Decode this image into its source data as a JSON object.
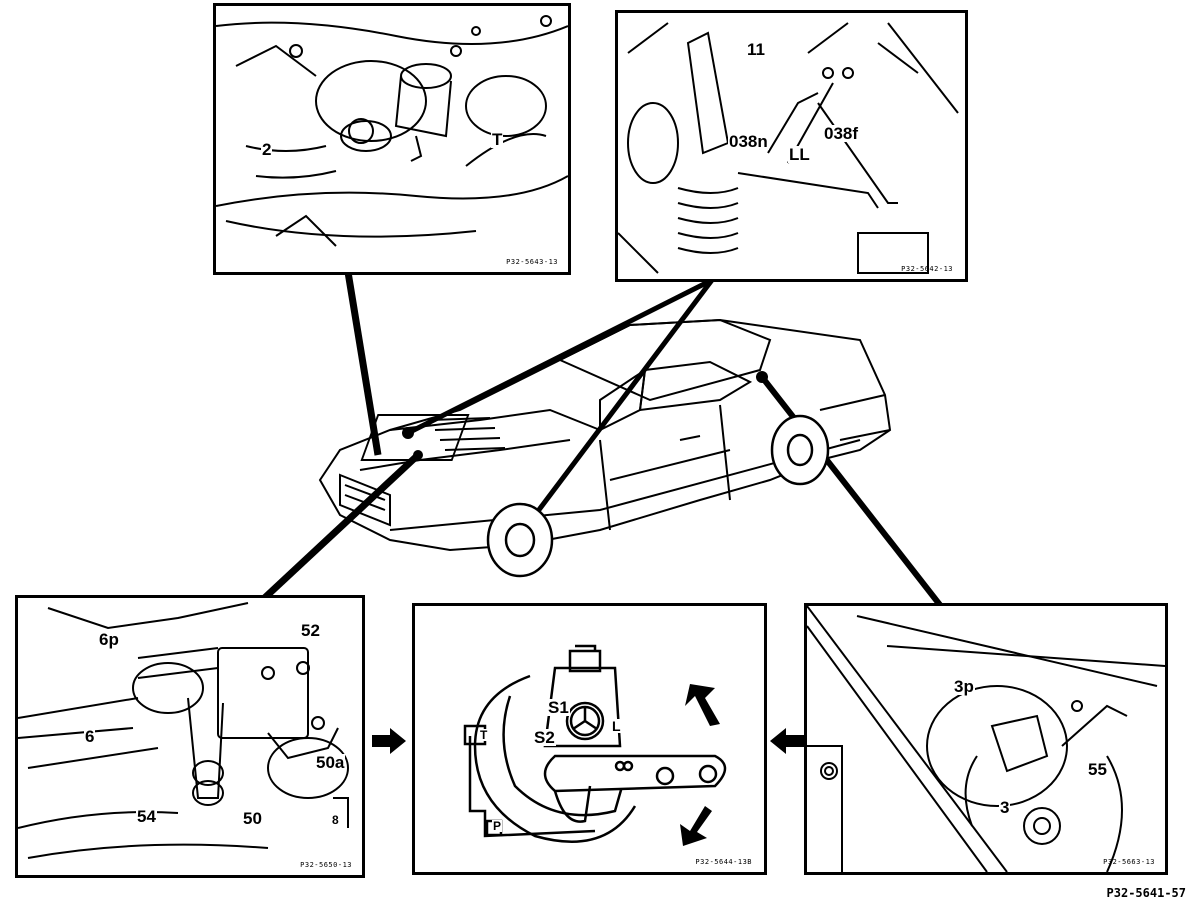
{
  "figure_code": "P32-5641-57",
  "panels": {
    "top_left": {
      "labels": [
        "2",
        "T"
      ],
      "code": "P32-5643-13"
    },
    "top_right": {
      "labels": [
        "11",
        "038n",
        "038f",
        "LL"
      ],
      "code": "P32-5642-13"
    },
    "bottom_left": {
      "labels": [
        "6p",
        "52",
        "6",
        "50a",
        "54",
        "50",
        "8"
      ],
      "code": "P32-5650-13"
    },
    "bottom_center": {
      "labels": [
        "S1",
        "S2",
        "T",
        "L",
        "P"
      ],
      "code": "P32-5644-13B"
    },
    "bottom_right": {
      "labels": [
        "3p",
        "55",
        "3"
      ],
      "code": "P32-5663-13"
    }
  },
  "icons": {
    "flow_arrow_left": "arrow-right-icon",
    "flow_arrow_right": "arrow-left-icon",
    "rotate_up": "rotate-arrow-up-icon",
    "rotate_down": "rotate-arrow-down-icon"
  }
}
